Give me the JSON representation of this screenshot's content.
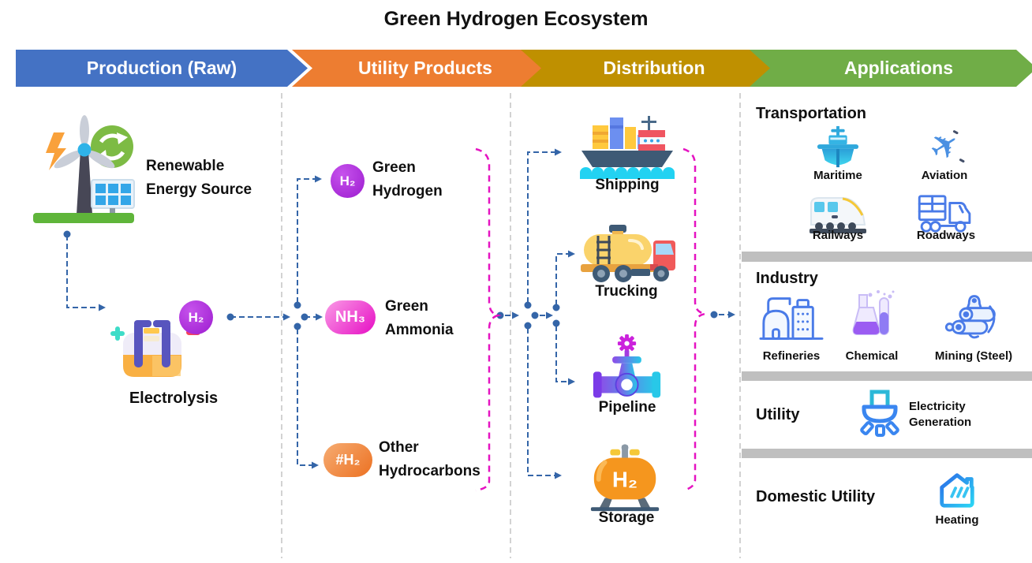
{
  "title": "Green Hydrogen Ecosystem",
  "header": {
    "stages": [
      {
        "label": "Production (Raw)",
        "color": "#4472C4"
      },
      {
        "label": "Utility Products",
        "color": "#ED7D31"
      },
      {
        "label": "Distribution",
        "color": "#BF9000"
      },
      {
        "label": "Applications",
        "color": "#70AD47"
      }
    ]
  },
  "colors": {
    "flow_blue": "#3465A8",
    "brace_magenta": "#E513C1",
    "divider_gray": "#BFBFBF",
    "h2_purple": "#9C1CCF",
    "nh3_magenta": "#E60EC4",
    "hydrocarbon_orange": "#EC7122"
  },
  "production": {
    "renewable_label": "Renewable\nEnergy Source",
    "electrolysis_label": "Electrolysis",
    "h2_badge": "H₂"
  },
  "utility_products": {
    "items": [
      {
        "badge": "H₂",
        "label": "Green\nHydrogen"
      },
      {
        "badge": "NH₃",
        "label": "Green\nAmmonia"
      },
      {
        "badge": "#H₂",
        "label": "Other\nHydrocarbons"
      }
    ]
  },
  "distribution": {
    "items": [
      {
        "label": "Shipping"
      },
      {
        "label": "Trucking"
      },
      {
        "label": "Pipeline"
      },
      {
        "label": "Storage",
        "tank_text": "H₂"
      }
    ]
  },
  "applications": {
    "sections": [
      {
        "heading": "Transportation",
        "items": [
          {
            "label": "Maritime"
          },
          {
            "label": "Aviation"
          },
          {
            "label": "Railways"
          },
          {
            "label": "Roadways"
          }
        ]
      },
      {
        "heading": "Industry",
        "items": [
          {
            "label": "Refineries"
          },
          {
            "label": "Chemical"
          },
          {
            "label": "Mining (Steel)"
          }
        ]
      },
      {
        "heading": "Utility",
        "items": [
          {
            "label": "Electricity\nGeneration"
          }
        ]
      },
      {
        "heading": "Domestic Utility",
        "items": [
          {
            "label": "Heating"
          }
        ]
      }
    ]
  }
}
